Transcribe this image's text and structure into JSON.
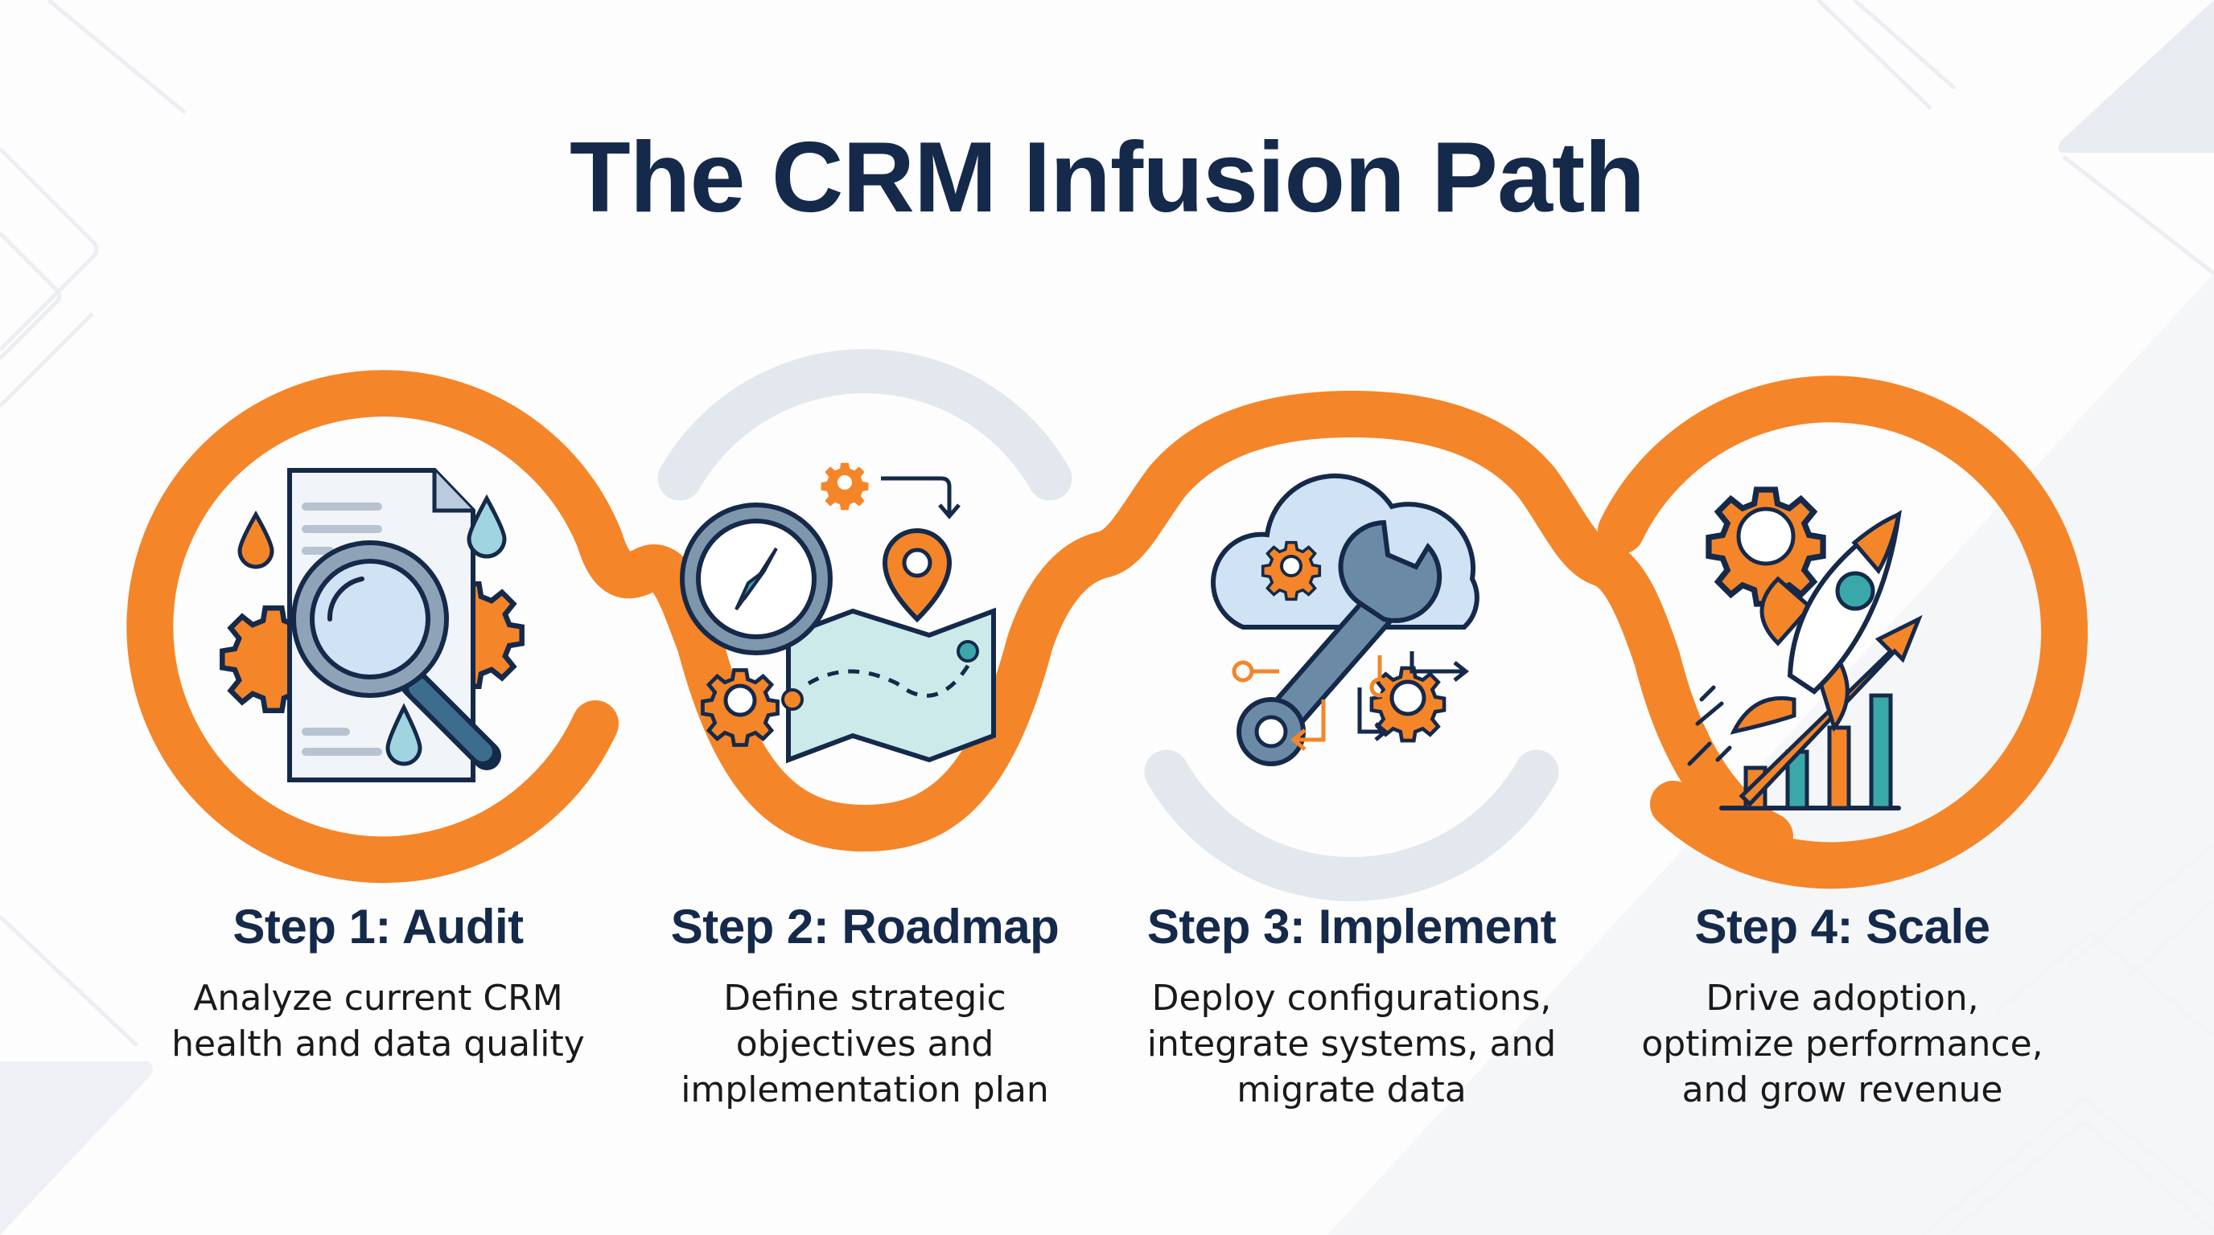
{
  "title": "The CRM Infusion Path",
  "colors": {
    "accent": "#f58529",
    "navy": "#15294a",
    "track_gray": "#e3e7ee",
    "teal": "#3aa8a8",
    "light_blue": "#cfe3f5"
  },
  "steps": [
    {
      "title": "Step 1: Audit",
      "description_lines": [
        "Analyze current CRM",
        "health and data quality"
      ],
      "icon": "document-magnifier-gears-icon"
    },
    {
      "title": "Step 2: Roadmap",
      "description_lines": [
        "Define strategic",
        "objectives and",
        "implementation plan"
      ],
      "icon": "compass-map-icon"
    },
    {
      "title": "Step 3: Implement",
      "description_lines": [
        "Deploy configurations,",
        "integrate systems, and",
        "migrate data"
      ],
      "icon": "cloud-wrench-gears-icon"
    },
    {
      "title": "Step 4: Scale",
      "description_lines": [
        "Drive adoption,",
        "optimize performance,",
        "and grow revenue"
      ],
      "icon": "rocket-growth-chart-icon"
    }
  ]
}
